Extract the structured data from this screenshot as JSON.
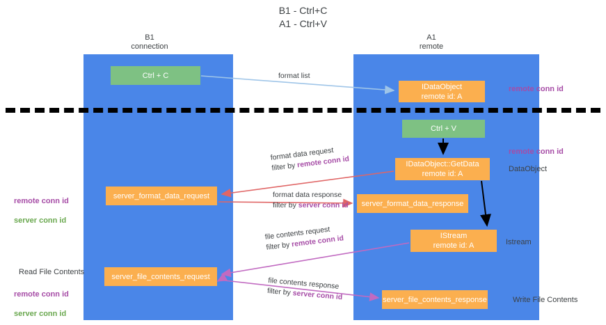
{
  "title": "B1 - Ctrl+C\nA1 - Ctrl+V",
  "colors": {
    "lane": "#4a86e8",
    "green_node": "#7ec183",
    "orange_node": "#fbaf4f",
    "remote_conn_id": "#a64ca6",
    "server_conn_id_green": "#6aa84f",
    "format_arrow": "#e06666",
    "file_arrow": "#c16ac1",
    "format_list_arrow": "#9fc5e8",
    "divider": "#000000"
  },
  "columns": {
    "left": "B1\nconnection",
    "right": "A1\nremote"
  },
  "nodes": {
    "ctrl_c": "Ctrl + C",
    "idataobject": "IDataObject\nremote id: A",
    "ctrl_v": "Ctrl + V",
    "getdata": "IDataObject::GetData\nremote id: A",
    "server_format_data_request": "server_format_data_request",
    "server_format_data_response": "server_format_data_response",
    "istream": "IStream\nremote id: A",
    "server_file_contents_request": "server_file_contents_request",
    "server_file_contents_response": "server_file_contents_response"
  },
  "side_labels": {
    "remote_conn_id_top": "remote conn id",
    "remote_conn_id_mid": "remote conn id",
    "dataobject": "DataObject",
    "istream": "Istream",
    "write_file_contents": "Write File Contents",
    "read_file_contents": "Read File Contents",
    "remote_conn_id_left": "remote conn id",
    "server_conn_id_left": "server conn id"
  },
  "edges": {
    "format_list": "format list",
    "format_data_request": "format data request",
    "format_data_request_filter_prefix": "filter by ",
    "format_data_request_filter_key": "remote conn id",
    "format_data_response": "format data response",
    "format_data_response_filter_prefix": "filter by ",
    "format_data_response_filter_key": "server conn id",
    "file_contents_request": "file contents request",
    "file_contents_request_filter_prefix": "filter by ",
    "file_contents_request_filter_key": "remote conn id",
    "file_contents_response": "file contents response",
    "file_contents_response_filter_prefix": "filter by ",
    "file_contents_response_filter_key": "server conn id"
  }
}
